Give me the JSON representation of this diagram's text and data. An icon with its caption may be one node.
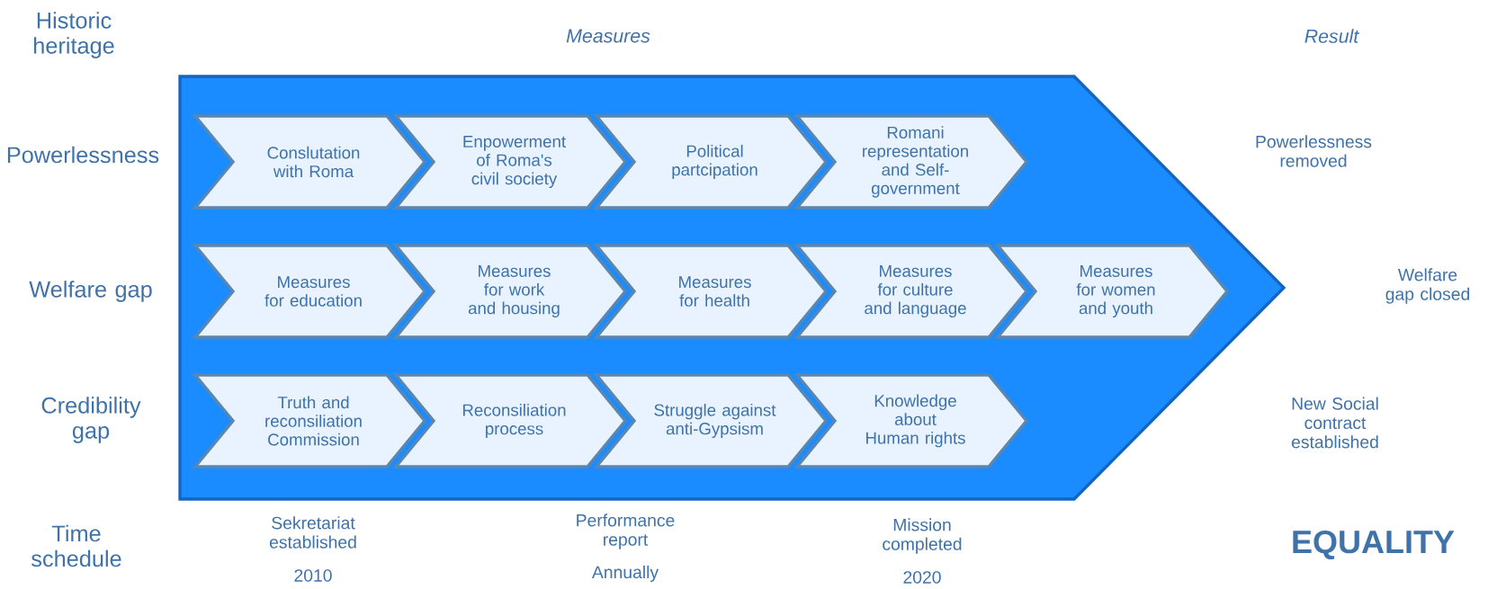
{
  "diagram": {
    "nodes": [
      {
        "text": [],
        "shape": "arrow"
      },
      {
        "text": [
          "Conslutation with Roma"
        ],
        "in": 0
      },
      {
        "text": [
          "Enpowerment of Roma's civil society"
        ],
        "in": 0
      },
      {
        "text": [
          "Political partcipation"
        ],
        "in": 0
      },
      {
        "text": [
          "Romani representation and Self-government"
        ],
        "in": 0
      },
      {
        "text": [
          "Measures for education"
        ],
        "in": 0
      },
      {
        "text": [
          "Measures for work and housing"
        ],
        "in": 0
      },
      {
        "text": [
          "Measures for health"
        ],
        "in": 0
      },
      {
        "text": [
          "Measures for culture and language"
        ],
        "in": 0
      },
      {
        "text": [
          "Measures for women and youth"
        ],
        "in": 0
      },
      {
        "text": [
          "Truth and reconsiliation Commission"
        ],
        "in": 0
      },
      {
        "text": [
          "Reconsiliation process"
        ],
        "in": 0
      },
      {
        "text": [
          "Struggle against anti-Gypsism"
        ],
        "in": 0
      },
      {
        "text": [
          "Knowledge about Human rights"
        ],
        "in": 0
      }
    ],
    "labels": [
      "Historic heritage",
      "Measures",
      "Result",
      "Powerlessness",
      "Powerlessness removed",
      "Welfare gap",
      "Welfare gap closed",
      "Credibility gap",
      "New Social contract established",
      "Time schedule",
      "Sekretariat established",
      "Performance report",
      "Mission completed",
      "EQUALITY",
      "2010",
      "Annually",
      "2020"
    ]
  }
}
